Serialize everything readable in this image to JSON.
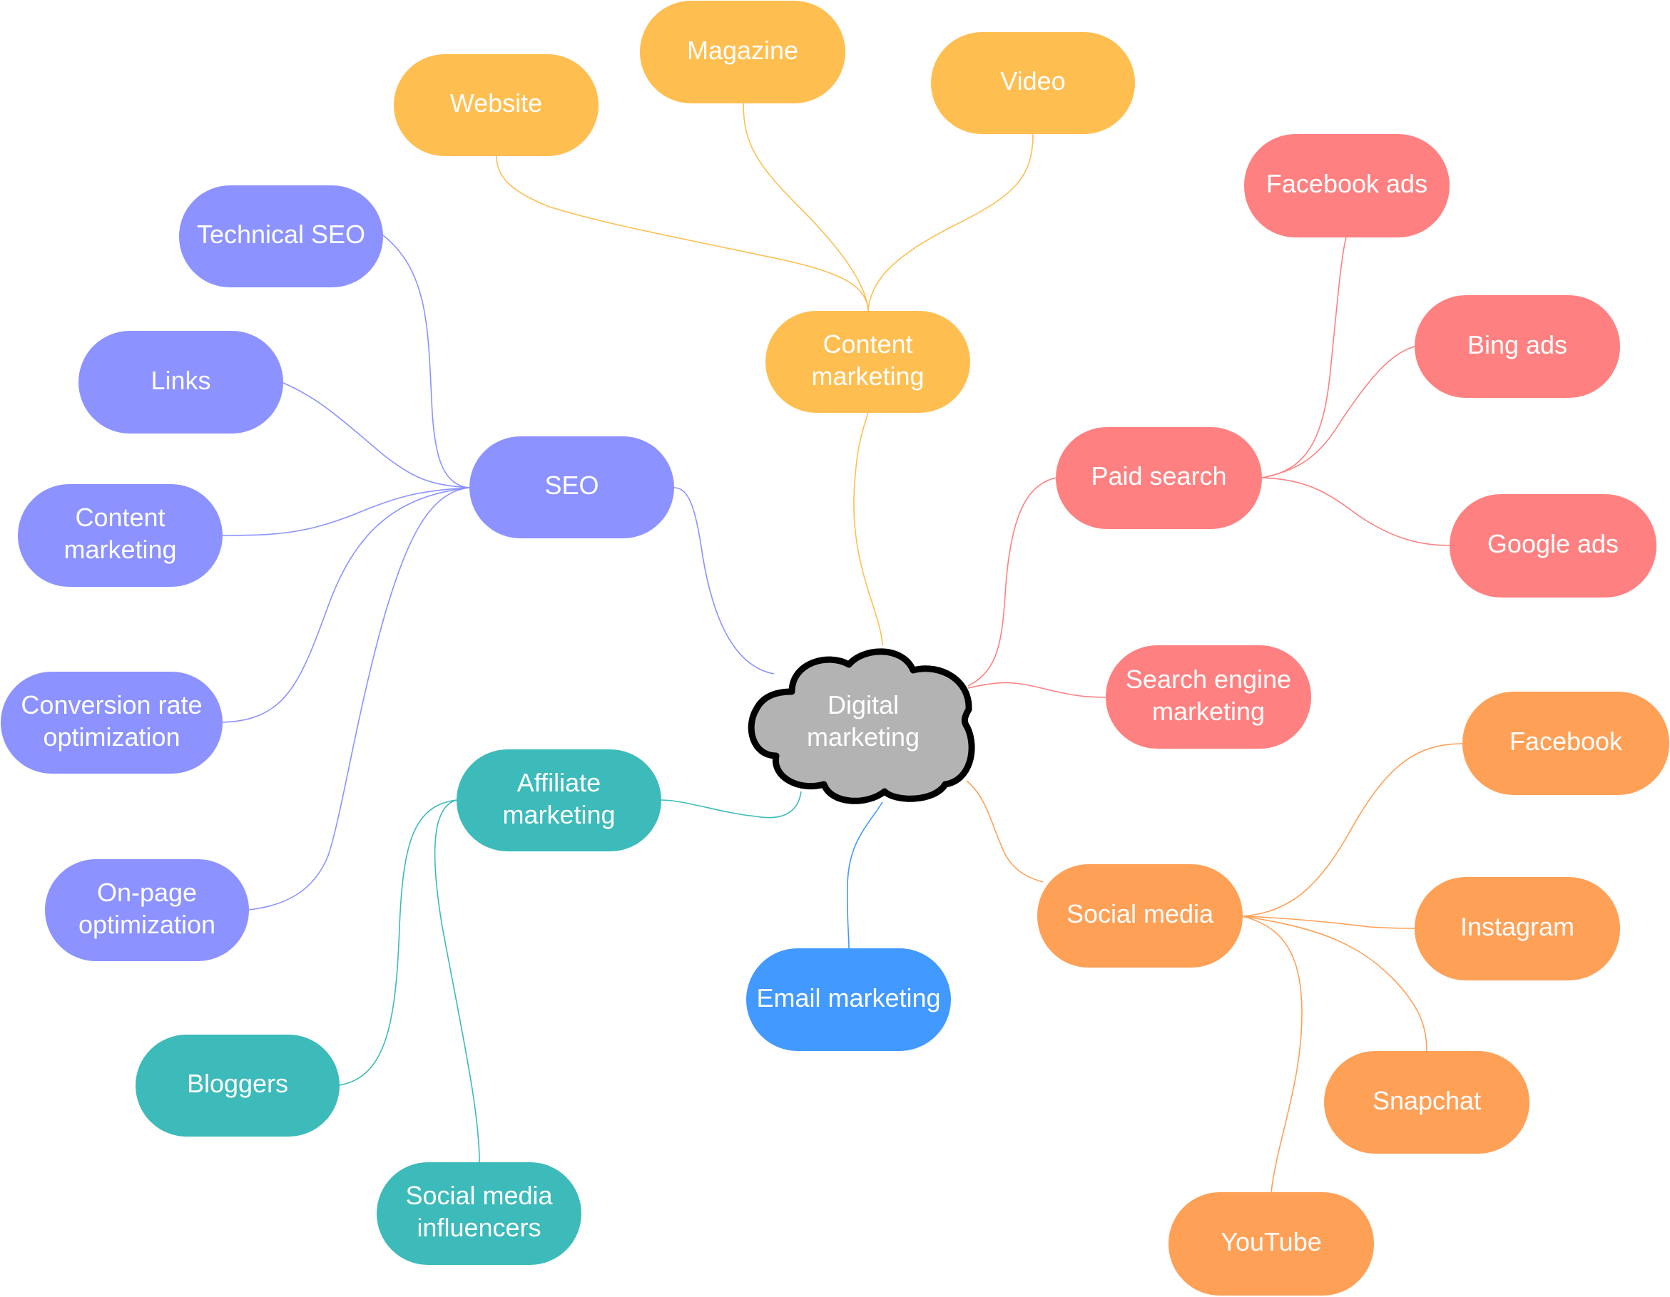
{
  "diagram": {
    "type": "mind-map",
    "center": {
      "label": "Digital\nmarketing",
      "color": "#b3b3b3",
      "border": "#000000"
    },
    "colors": {
      "seo": "#8c92ff",
      "content": "#ffbe50",
      "paid": "#ff8080",
      "social": "#ffa057",
      "affiliate": "#3dbaba",
      "email": "#4299ff"
    },
    "branches": {
      "seo": {
        "label": "SEO",
        "children": [
          "Technical SEO",
          "Links",
          "Content\nmarketing",
          "Conversion rate\noptimization",
          "On-page\noptimization"
        ]
      },
      "content": {
        "label": "Content\nmarketing",
        "children": [
          "Website",
          "Magazine",
          "Video"
        ]
      },
      "paid": {
        "label": "Paid search",
        "children": [
          "Facebook ads",
          "Bing ads",
          "Google ads"
        ]
      },
      "sem": {
        "label": "Search engine\nmarketing"
      },
      "social": {
        "label": "Social media",
        "children": [
          "Facebook",
          "Instagram",
          "Snapchat",
          "YouTube"
        ]
      },
      "email": {
        "label": "Email marketing"
      },
      "affiliate": {
        "label": "Affiliate\nmarketing",
        "children": [
          "Bloggers",
          "Social media\ninfluencers"
        ]
      }
    }
  }
}
